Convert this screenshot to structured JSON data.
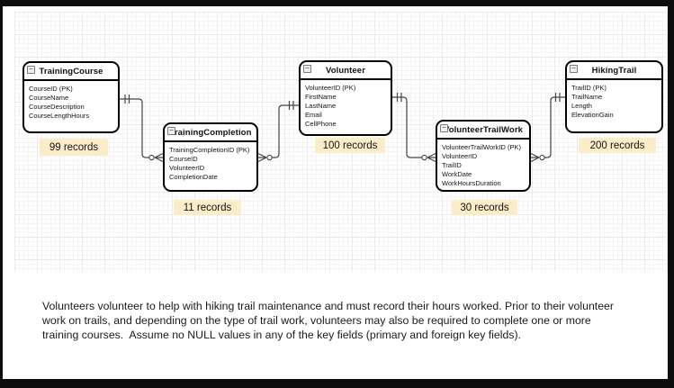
{
  "icons": {
    "collapse_glyph": "−"
  },
  "diagram": {
    "entities": [
      {
        "title": "TrainingCourse",
        "fields": [
          "CourseID (PK)",
          "CourseName",
          "CourseDescription",
          "CourseLengthHours"
        ],
        "records": "99 records"
      },
      {
        "title": "TrainingCompletion",
        "fields": [
          "TrainingCompletionID (PK)",
          "CourseID",
          "VolunteerID",
          "CompletionDate"
        ],
        "records": "11 records"
      },
      {
        "title": "Volunteer",
        "fields": [
          "VolunteerID (PK)",
          "FirstName",
          "LastName",
          "Email",
          "CellPhone"
        ],
        "records": "100 records"
      },
      {
        "title": "VolunteerTrailWork",
        "fields": [
          "VolunteerTrailWorkID (PK)",
          "VolunteerID",
          "TrailID",
          "WorkDate",
          "WorkHoursDuration"
        ],
        "records": "30 records"
      },
      {
        "title": "HikingTrail",
        "fields": [
          "TrailID (PK)",
          "TrailName",
          "Length",
          "ElevationGain"
        ],
        "records": "200 records"
      }
    ],
    "relationships": [
      {
        "parent": "TrainingCourse",
        "child": "TrainingCompletion",
        "parent_cardinality": "one and only one",
        "child_cardinality": "zero or many"
      },
      {
        "parent": "Volunteer",
        "child": "TrainingCompletion",
        "parent_cardinality": "one and only one",
        "child_cardinality": "zero or many"
      },
      {
        "parent": "Volunteer",
        "child": "VolunteerTrailWork",
        "parent_cardinality": "one and only one",
        "child_cardinality": "zero or many"
      },
      {
        "parent": "HikingTrail",
        "child": "VolunteerTrailWork",
        "parent_cardinality": "one and only one",
        "child_cardinality": "zero or many"
      }
    ]
  },
  "description": {
    "lines": [
      "Volunteers volunteer to help with hiking trail maintenance and must record their hours worked. Prior to their volunteer",
      "work on trails, and depending on the type of trail work, volunteers may also be required to complete one or more",
      "training courses.  Assume no NULL values in any of the key fields (primary and foreign key fields)."
    ]
  },
  "colors": {
    "frame": "#0d0d0d",
    "entity_border": "#000000",
    "connector": "#454545",
    "records_label_bg": "#fcecc8"
  }
}
